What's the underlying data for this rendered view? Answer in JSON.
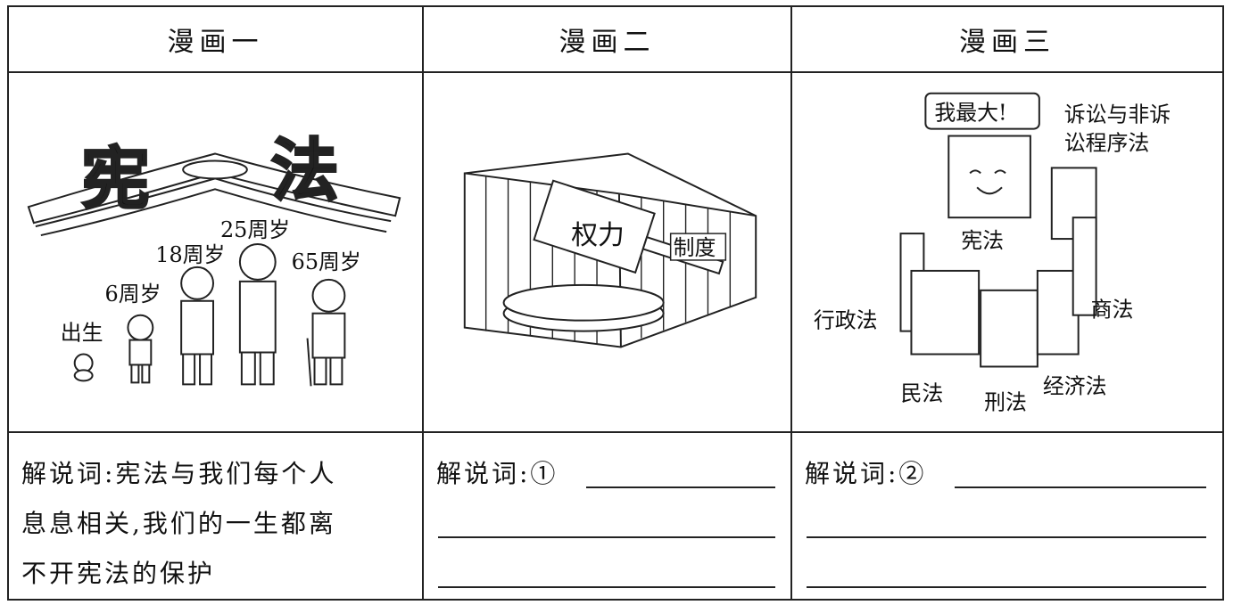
{
  "headers": [
    "漫画一",
    "漫画二",
    "漫画三"
  ],
  "comic1": {
    "big_chars": [
      "宪",
      "法"
    ],
    "ages": [
      "出生",
      "6周岁",
      "18周岁",
      "25周岁",
      "65周岁"
    ]
  },
  "comic2": {
    "hammer_label": "权力",
    "cage_label": "制度"
  },
  "comic3": {
    "speech": "我最大!",
    "constitution": "宪法",
    "procedure_line1": "诉讼与非诉",
    "procedure_line2": "讼程序法",
    "admin": "行政法",
    "commercial": "商法",
    "civil": "民法",
    "criminal": "刑法",
    "economic": "经济法"
  },
  "captions": {
    "c1_line1": "解说词:宪法与我们每个人",
    "c1_line2": "息息相关,我们的一生都离",
    "c1_line3": "不开宪法的保护",
    "c2_label": "解说词:①",
    "c3_label": "解说词:②"
  }
}
